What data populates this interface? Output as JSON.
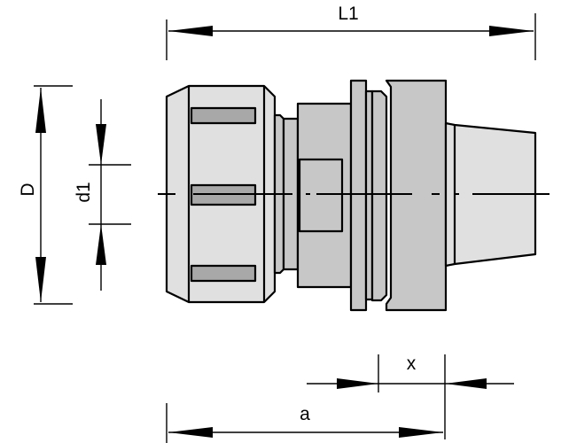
{
  "labels": {
    "L1": "L1",
    "D": "D",
    "d1": "d1",
    "x": "x",
    "a": "a"
  },
  "colors": {
    "light_gray": "#e0e0e0",
    "mid_gray": "#c7c7c7",
    "dark_gray": "#a8a8a8",
    "line": "#000000"
  }
}
